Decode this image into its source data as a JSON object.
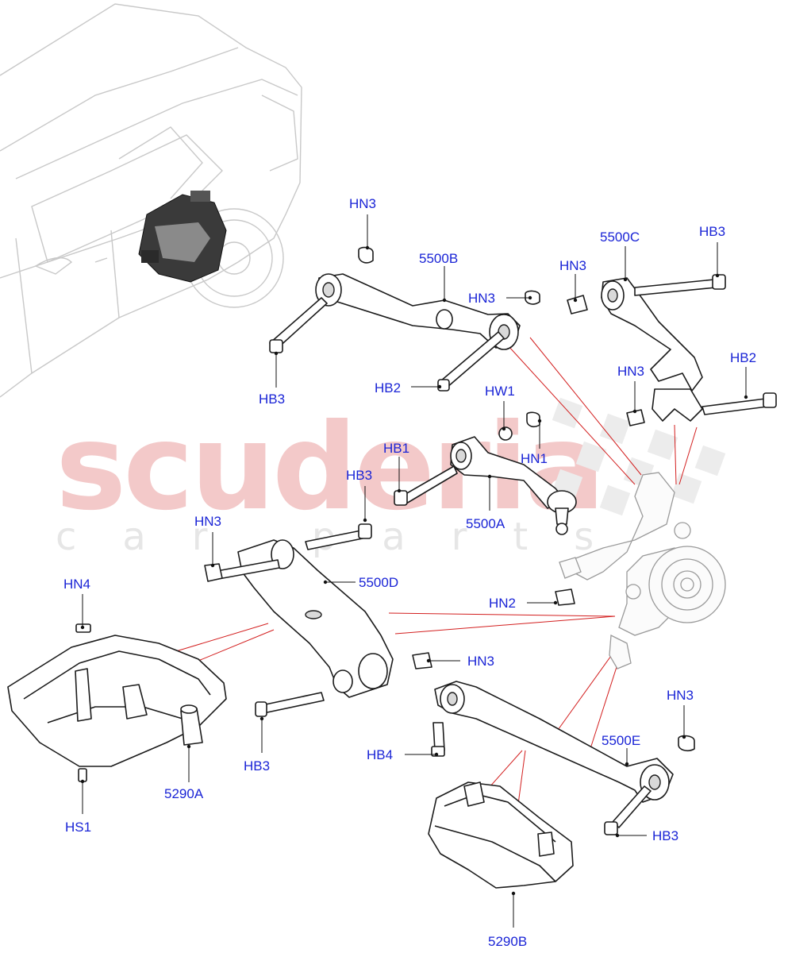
{
  "diagram": {
    "watermark": {
      "brand": "scuderia",
      "sub": "car parts"
    },
    "labels": {
      "hn3_top": "HN3",
      "p5500b": "5500B",
      "hn3_mid": "HN3",
      "hb3_left": "HB3",
      "hb2_upper": "HB2",
      "p5500c": "5500C",
      "hn3_c": "HN3",
      "hb3_c": "HB3",
      "hn3_c2": "HN3",
      "hb2_c": "HB2",
      "hw1": "HW1",
      "hb1": "HB1",
      "hn1": "HN1",
      "p5500a": "5500A",
      "hb3_d": "HB3",
      "hn3_d": "HN3",
      "p5500d": "5500D",
      "hn4": "HN4",
      "hn2": "HN2",
      "hn3_d2": "HN3",
      "hb3_d2": "HB3",
      "p5290a": "5290A",
      "hs1": "HS1",
      "hb4": "HB4",
      "hn3_e": "HN3",
      "p5500e": "5500E",
      "hb3_e": "HB3",
      "p5290b": "5290B"
    }
  }
}
